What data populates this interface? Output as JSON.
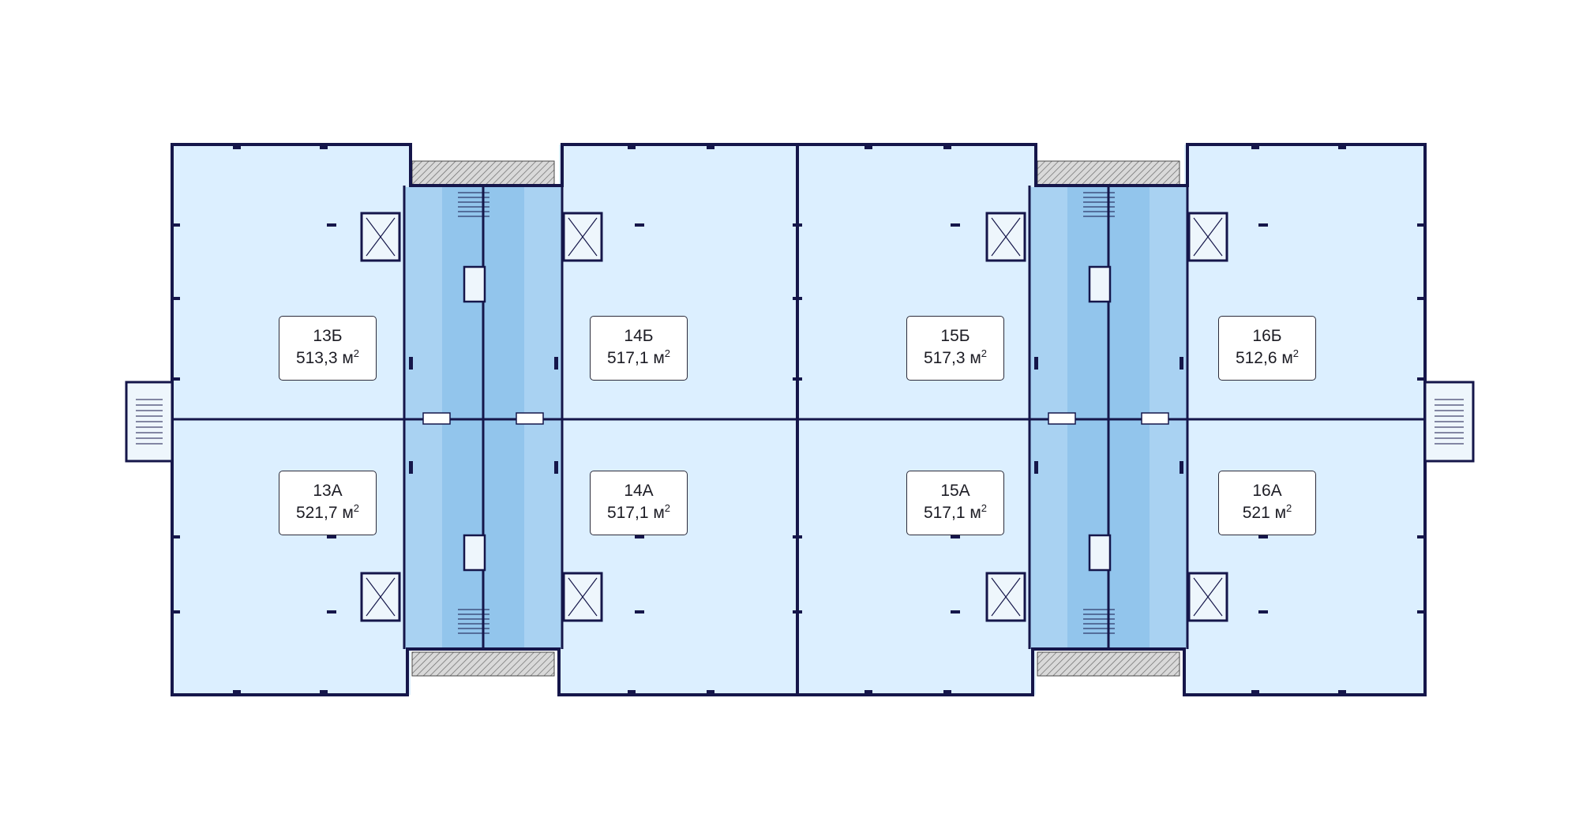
{
  "colors": {
    "background": "#ffffff",
    "unit_fill": "#dcefff",
    "core_fill": "#a9d2f2",
    "core_inner_fill": "#92c5ec",
    "wall": "#15164a",
    "hatch_fill": "#d9d9d9",
    "label_border": "#2b2b3a"
  },
  "units": [
    {
      "id": "13Б",
      "area_value": "513,3",
      "unit": "м",
      "exp": "2"
    },
    {
      "id": "14Б",
      "area_value": "517,1",
      "unit": "м",
      "exp": "2"
    },
    {
      "id": "15Б",
      "area_value": "517,3",
      "unit": "м",
      "exp": "2"
    },
    {
      "id": "16Б",
      "area_value": "512,6",
      "unit": "м",
      "exp": "2"
    },
    {
      "id": "13А",
      "area_value": "521,7",
      "unit": "м",
      "exp": "2"
    },
    {
      "id": "14А",
      "area_value": "517,1",
      "unit": "м",
      "exp": "2"
    },
    {
      "id": "15А",
      "area_value": "517,1",
      "unit": "м",
      "exp": "2"
    },
    {
      "id": "16А",
      "area_value": "521",
      "unit": "м",
      "exp": "2"
    }
  ]
}
